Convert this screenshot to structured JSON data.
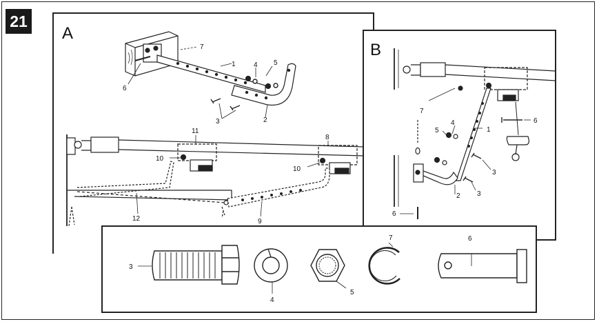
{
  "figure": {
    "step_number": "21",
    "panel_a": {
      "letter": "A",
      "callouts": [
        "1",
        "2",
        "3",
        "4",
        "5",
        "6",
        "7",
        "8",
        "9",
        "10",
        "10",
        "11",
        "12"
      ]
    },
    "panel_b": {
      "letter": "B",
      "callouts": [
        "1",
        "2",
        "3",
        "3",
        "4",
        "5",
        "6",
        "6",
        "7"
      ]
    },
    "parts_strip": {
      "callouts": [
        "3",
        "4",
        "5",
        "7",
        "6"
      ]
    }
  }
}
